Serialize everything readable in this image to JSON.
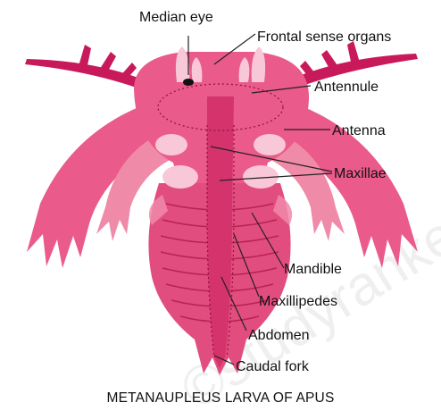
{
  "diagram": {
    "caption": "METANAUPLEUS LARVA OF APUS",
    "watermark": "©studyrankers.com",
    "colors": {
      "body": "#ea5a8a",
      "body_dark": "#d4336b",
      "limb_light": "#f08aa9",
      "pale": "#f8c8d8",
      "antennule": "#c8195a",
      "eye": "#111111",
      "leader": "#222222"
    },
    "labels": {
      "median_eye": "Median eye",
      "frontal_sense_organs": "Frontal sense organs",
      "antennule": "Antennule",
      "antenna": "Antenna",
      "maxillae": "Maxillae",
      "mandible": "Mandible",
      "maxillipedes": "Maxillipedes",
      "abdomen": "Abdomen",
      "caudal_fork": "Caudal fork"
    }
  }
}
